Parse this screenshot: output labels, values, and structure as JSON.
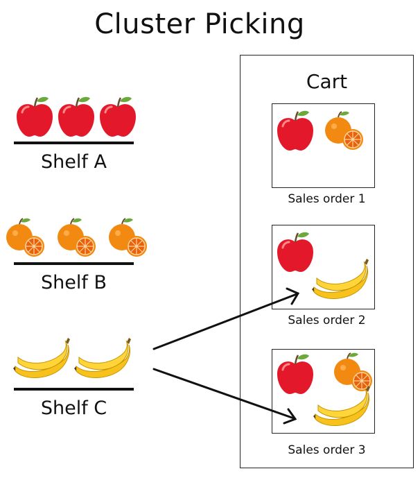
{
  "title": "Cluster Picking",
  "shelves": [
    {
      "label": "Shelf A",
      "fruit": "apple-icon",
      "count": 3
    },
    {
      "label": "Shelf B",
      "fruit": "orange-icon",
      "count": 3
    },
    {
      "label": "Shelf C",
      "fruit": "banana-icon",
      "count": 2
    }
  ],
  "cart": {
    "title": "Cart",
    "orders": [
      {
        "label": "Sales order 1",
        "items": [
          "apple-icon",
          "orange-icon"
        ]
      },
      {
        "label": "Sales order 2",
        "items": [
          "apple-icon",
          "banana-icon"
        ]
      },
      {
        "label": "Sales order 3",
        "items": [
          "apple-icon",
          "orange-icon",
          "banana-icon"
        ]
      }
    ]
  },
  "colors": {
    "apple": "#e3192b",
    "orange": "#f28a12",
    "banana": "#f7c21b",
    "leaf": "#6aa93a",
    "line": "#111111"
  }
}
